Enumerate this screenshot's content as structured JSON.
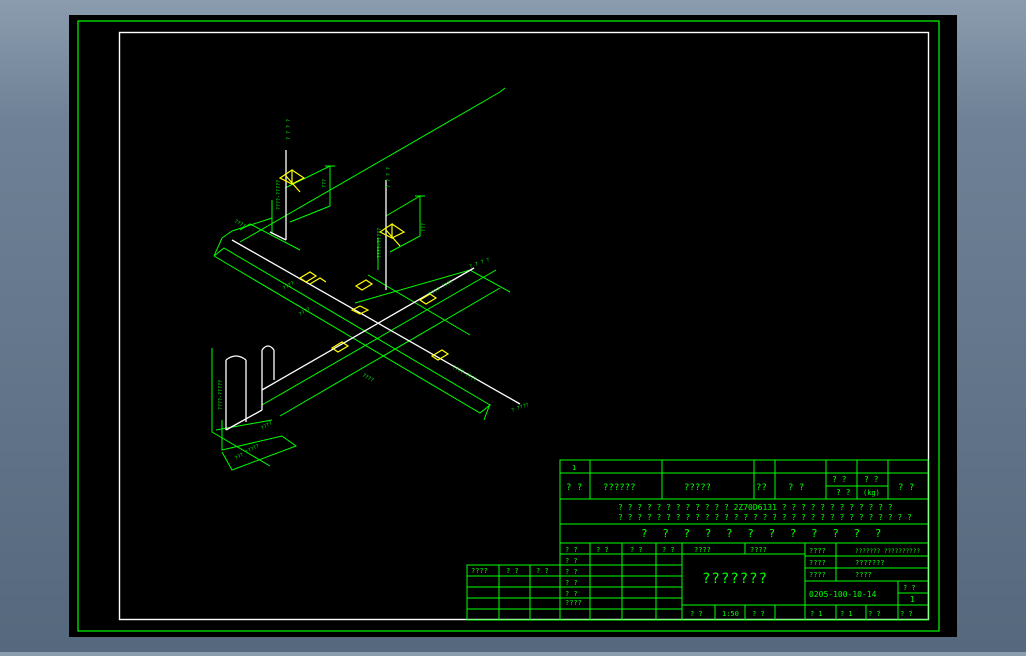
{
  "colors": {
    "background": "#000000",
    "frame_outer": "#00ff00",
    "frame_inner": "#ffffff",
    "text_green": "#00ff00",
    "text_yellow": "#ffff00",
    "pipe": "#ffffff",
    "dimension": "#00ff00",
    "valve": "#ffff00"
  },
  "title_block": {
    "rev_no": "1",
    "header_cells": [
      "? ?",
      "??????",
      "?????",
      "??",
      "? ?",
      "? ?",
      "? ?",
      "? ?",
      "(kg)",
      "? ?"
    ],
    "note_row_1": "? ? ? ? ? ? ? ? ? ? ? ? 2Z70D6131 ? ? ? ? ? ? ? ? ? ? ? ?",
    "note_row_2": "? ? ? ? ? ? ? ? ? ? ? ? ? ? ? ? ? ? ? ? ? ? ? ? ? ? ? ? ? ? ?",
    "company_row": "? ? ? ? ? ? ? ? ? ? ? ?",
    "sign_labels": [
      "? ?",
      "? ?",
      "? ?",
      "? ?",
      "????",
      "????"
    ],
    "left_header": [
      "????",
      "? ?",
      "? ?"
    ],
    "left_rows": [
      "? ?",
      "? ?",
      "? ?",
      "? ?",
      "????"
    ],
    "drawing_title": "???????",
    "right_labels": [
      "????",
      "????",
      "????"
    ],
    "right_values": [
      "????????",
      "???????",
      "????"
    ],
    "drawing_number": "0205-100-10-14",
    "sheet_label": "? ?",
    "sheet_value": "1",
    "bottom_cells": [
      "? ?",
      "1:50",
      "? ?",
      "? 1",
      "? 1",
      "? ?",
      "? ?"
    ],
    "project_name": "??????? ??????????"
  },
  "drawing_labels": {
    "left_branch_tag": "? ? ? ?",
    "middle_branch_tag": "? ? ? ?",
    "right_end_tag": "? ? ? ?",
    "bottom_left_tag": "??? ?????",
    "bottom_end_tag": "? ????",
    "left_branch_pipe": "????-?????",
    "middle_branch_pipe": "????-?????",
    "main_pipe_label_a": "???? ????",
    "main_pipe_label_b": "????-????",
    "riser_label": "????-?????",
    "dim_left_a": "????",
    "dim_left_b": "????",
    "dim_mid": "????",
    "dim_main": "????",
    "dim_vertical_a": "???",
    "dim_vertical_b": "???",
    "dim_lower": "????"
  }
}
